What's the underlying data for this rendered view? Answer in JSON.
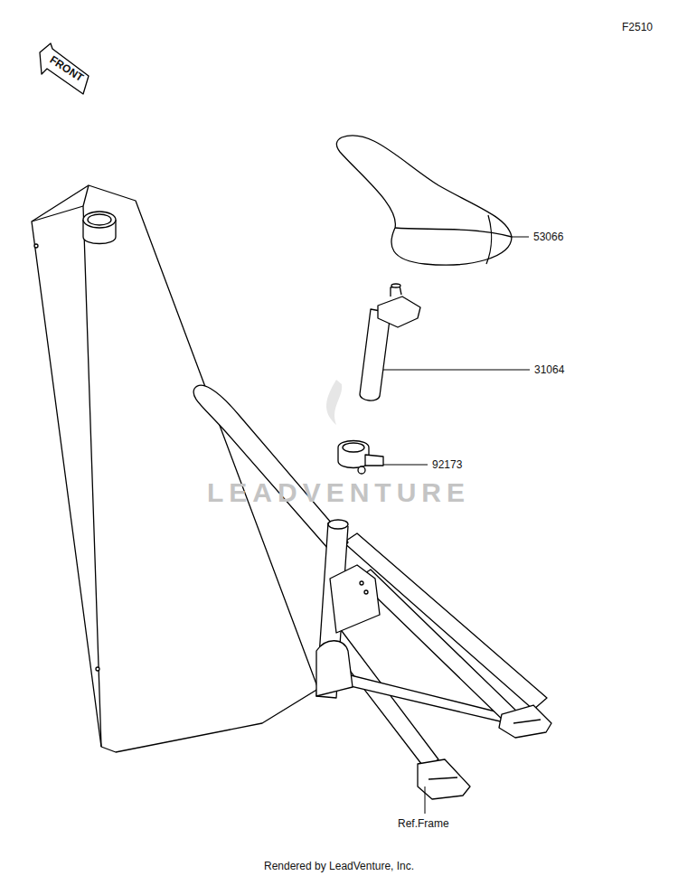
{
  "diagram": {
    "labels": [
      "F2510",
      "FRONT",
      "53066",
      "31064",
      "92173",
      "Ref.Frame",
      "LEADVENTURE",
      "Rendered by LeadVenture, Inc."
    ]
  }
}
